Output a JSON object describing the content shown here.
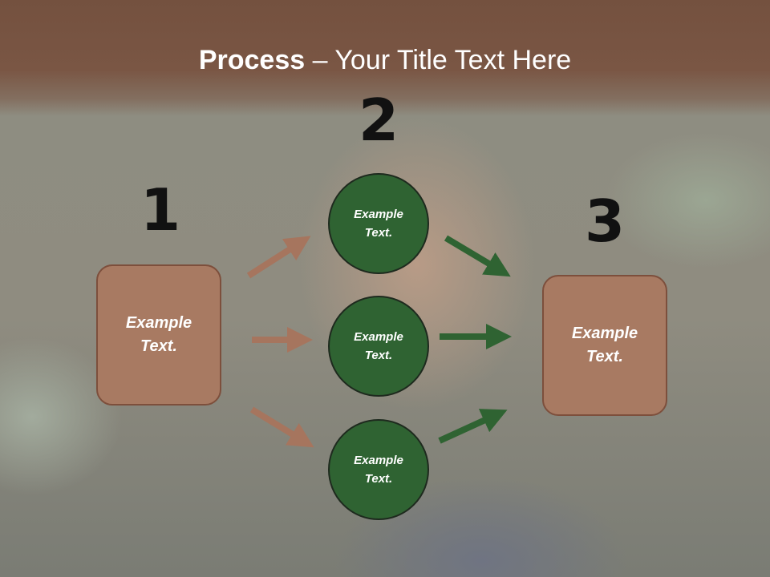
{
  "title": {
    "bold": "Process",
    "rest": " – Your Title Text Here"
  },
  "steps": [
    {
      "number": "1",
      "text": "Example\nText."
    },
    {
      "number": "2",
      "text": "Example\nText."
    },
    {
      "number": "3",
      "text": "Example\nText."
    }
  ],
  "circles": [
    {
      "text": "Example\nText."
    },
    {
      "text": "Example\nText."
    },
    {
      "text": "Example\nText."
    }
  ],
  "colors": {
    "header": "#74513f",
    "box_fill": "#a87a62",
    "circle_fill": "#2f6332",
    "arrow_brown": "#a6755e",
    "arrow_green": "#2f6332"
  }
}
